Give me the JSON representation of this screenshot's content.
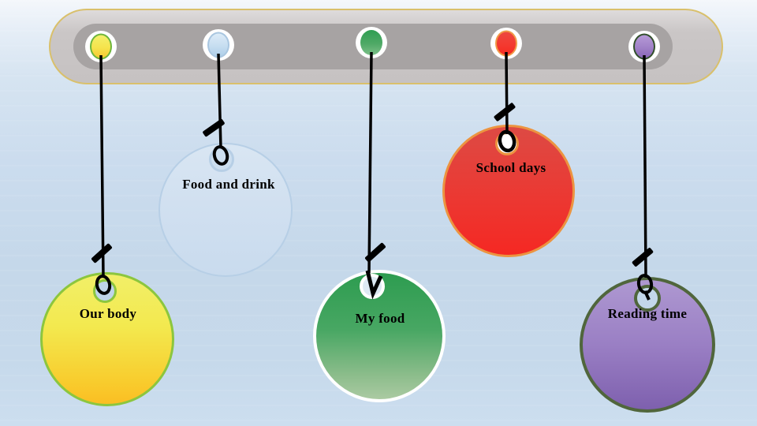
{
  "background": {
    "top_color": "#f4f7fb",
    "bottom_color": "#c6d9eb"
  },
  "hanger_bar": {
    "outer_color": "#c9c5c5",
    "inner_color": "#a7a3a3",
    "border_color": "#d9c06b"
  },
  "string_color": "#000000",
  "topics": [
    {
      "label": "Our body",
      "fill_top": "#f2ef68",
      "fill_bottom": "#fbbe23",
      "border_color": "#8cc63e"
    },
    {
      "label": "Food and drink",
      "fill_top": "#d9e6f3",
      "fill_bottom": "#c9dbee",
      "border_color": "#b7cfe6"
    },
    {
      "label": "My food",
      "fill_top": "#2d9c50",
      "fill_bottom": "#abcaa2",
      "border_color": "#ffffff"
    },
    {
      "label": "School days",
      "fill_top": "#dd4a44",
      "fill_bottom": "#f52823",
      "border_color": "#ec9440"
    },
    {
      "label": "Reading time",
      "fill_top": "#ae98d1",
      "fill_bottom": "#7e60ae",
      "border_color": "#50663c"
    }
  ]
}
